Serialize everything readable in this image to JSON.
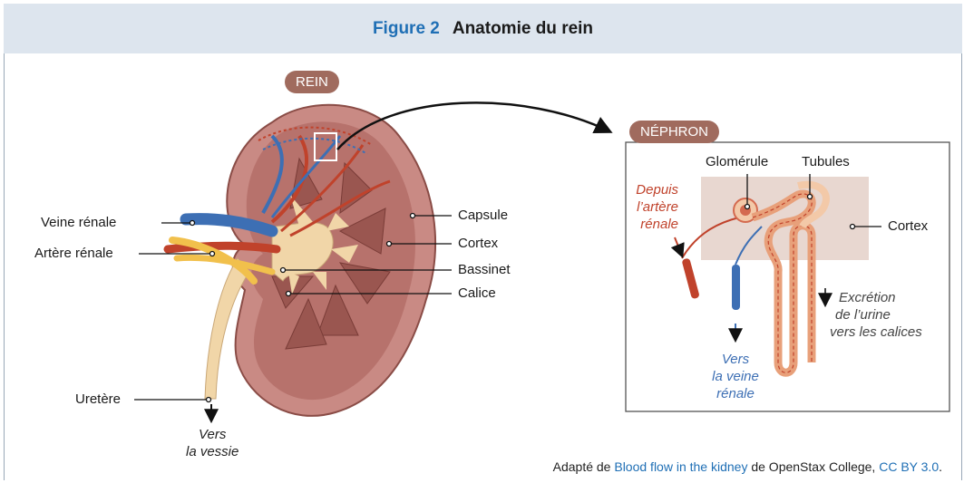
{
  "header": {
    "figure_label": "Figure 2",
    "title": "Anatomie du rein"
  },
  "rein": {
    "badge": "REIN",
    "labels": {
      "veine_renale": "Veine rénale",
      "artere_renale": "Artère rénale",
      "uretere": "Uretère",
      "capsule": "Capsule",
      "cortex": "Cortex",
      "bassinet": "Bassinet",
      "calice": "Calice"
    },
    "to_bladder": {
      "line1": "Vers",
      "line2": "la vessie"
    }
  },
  "nephron": {
    "badge": "NÉPHRON",
    "glomerule": "Glomérule",
    "tubules": "Tubules",
    "cortex": "Cortex",
    "from_artery": {
      "line1": "Depuis",
      "line2": "l’artère",
      "line3": "rénale"
    },
    "to_vein": {
      "line1": "Vers",
      "line2": "la veine",
      "line3": "rénale"
    },
    "excretion": {
      "line1": "Excrétion",
      "line2": "de l’urine",
      "line3": "vers les calices"
    }
  },
  "credit": {
    "prefix": "Adapté de ",
    "link1": "Blood flow in the kidney",
    "middle": " de OpenStax College, ",
    "link2": "CC BY 3.0",
    "suffix": "."
  },
  "colors": {
    "artery": "#c0422b",
    "vein": "#3d6fb4",
    "ureter": "#f1d6a8",
    "kidney": "#b7726c",
    "accent": "#1f6fb5"
  }
}
